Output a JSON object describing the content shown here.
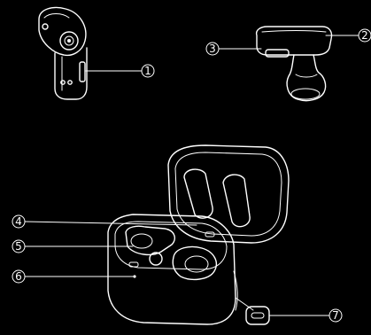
{
  "callouts": [
    {
      "id": "1",
      "label": "①"
    },
    {
      "id": "2",
      "label": "②"
    },
    {
      "id": "3",
      "label": "③"
    },
    {
      "id": "4",
      "label": "④"
    },
    {
      "id": "5",
      "label": "⑤"
    },
    {
      "id": "6",
      "label": "⑥"
    },
    {
      "id": "7",
      "label": "⑦"
    }
  ],
  "colors": {
    "background": "#000000",
    "line": "#ffffff"
  }
}
